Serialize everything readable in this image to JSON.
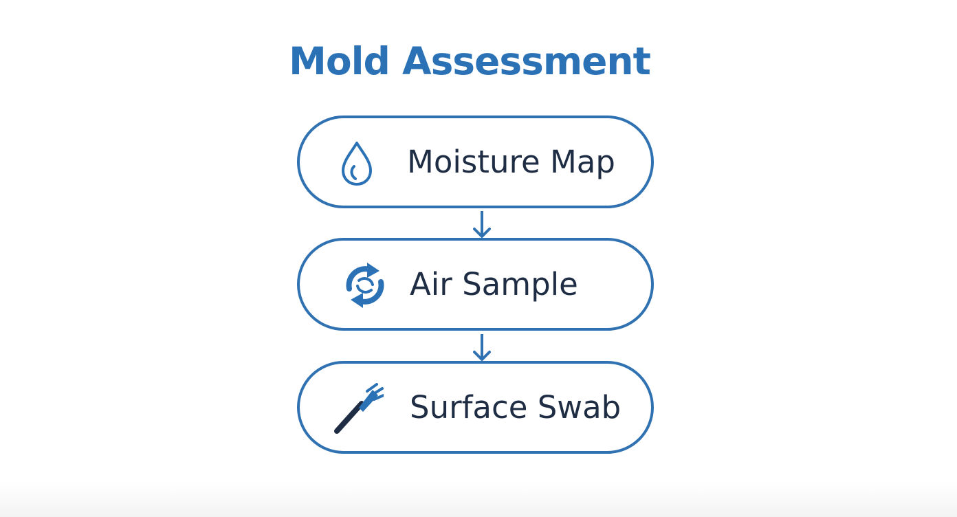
{
  "title": "Mold Assessment",
  "colors": {
    "title": "#2a72b5",
    "outline": "#2f71b1",
    "label": "#1f2d44",
    "icon_blue": "#2a72b5",
    "icon_dark": "#1f2d44"
  },
  "steps": [
    {
      "label": "Moisture Map",
      "icon": "water-drop-icon"
    },
    {
      "label": "Air Sample",
      "icon": "air-circulation-icon"
    },
    {
      "label": "Surface Swab",
      "icon": "swab-icon"
    }
  ]
}
